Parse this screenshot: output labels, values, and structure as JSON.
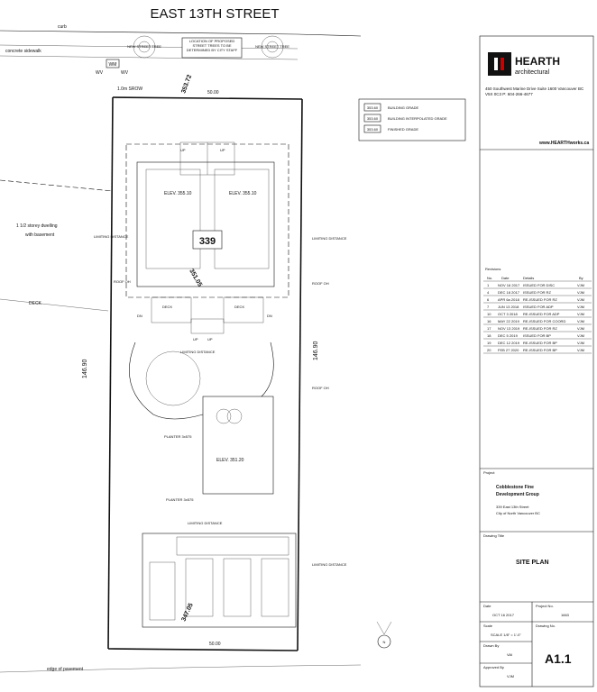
{
  "street": "EAST 13TH STREET",
  "labels": {
    "curb": "curb",
    "concrete_sidewalk": "concrete sidewalk",
    "srow": "1.0m SROW",
    "edge_of_pavement": "edge of pavement",
    "neighbour": "1 1/2 storey dwelling with basement",
    "deck": "DECK",
    "trees_note": "LOCATION OF PROPOSED STREET TREES TO BE DETERMINED BY CITY STAFF",
    "new_street_tree": "NEW STREET TREE",
    "wm": "WM",
    "wv_left": "WV",
    "wv_right": "WV",
    "lot_number": "339",
    "elev_left": "ELEV. 355.10",
    "elev_right": "ELEV. 355.10",
    "elev_coach": "ELEV. 351.20",
    "roof_oh": "ROOF OH",
    "limiting_distance": "LIMITING DISTANCE",
    "planter1": "PLANTER 3x575",
    "planter2": "PLANTER 3x575",
    "up": "UP",
    "dn": "DN",
    "dim_top": "50.00",
    "dim_bottom": "50.00",
    "dim_side": "146.90",
    "dim_diag1": "353.72",
    "dim_diag2": "351.05",
    "dim_diag3": "347.05",
    "north": "N"
  },
  "legend": [
    {
      "tag": "353.60",
      "text": "BUILDING GRADE"
    },
    {
      "tag": "353.60",
      "text": "BUILDING INTERPOLATED GRADE"
    },
    {
      "tag": "353.60",
      "text": "FINISHED GRADE"
    }
  ],
  "title_block": {
    "company_line1": "HEARTH",
    "company_line2": "architectural",
    "address": "450 Southwest Marine Drive Suite 1600 Vancouver BC V5X 0C3 P: 604-266-4677",
    "web": "www.HEARTHworks.ca",
    "revisions_label": "Revisions",
    "col_no": "No.",
    "col_date": "Date",
    "col_details": "Details",
    "col_by": "By",
    "revisions": [
      {
        "no": "1",
        "date": "NOV 16 2017",
        "details": "ISSUED FOR DISC",
        "by": "VJM"
      },
      {
        "no": "4",
        "date": "DEC 18 2017",
        "details": "ISSUED FOR RZ",
        "by": "VJM"
      },
      {
        "no": "6",
        "date": "APR 6a 2018",
        "details": "RE-ISSUED FOR RZ",
        "by": "VJM"
      },
      {
        "no": "7",
        "date": "JUN 13 2018",
        "details": "ISSUED FOR ADP",
        "by": "VJM"
      },
      {
        "no": "10",
        "date": "OCT 3 2018",
        "details": "RE-ISSUED FOR ADP",
        "by": "VJM"
      },
      {
        "no": "16",
        "date": "MAY 22 2019",
        "details": "RE-ISSUED FOR COORD",
        "by": "VJM"
      },
      {
        "no": "17",
        "date": "NOV 13 2019",
        "details": "RE-ISSUED FOR RZ",
        "by": "VJM"
      },
      {
        "no": "18",
        "date": "DEC 5 2019",
        "details": "ISSUED FOR BP",
        "by": "VJM"
      },
      {
        "no": "19",
        "date": "DEC 12 2019",
        "details": "RE-ISSUED FOR BP",
        "by": "VJM"
      },
      {
        "no": "20",
        "date": "FEB 27 2020",
        "details": "RE-ISSUED FOR BP",
        "by": "VJM"
      }
    ],
    "project_label": "Project",
    "project_line1": "Cobblestone Fine",
    "project_line2": "Development Group",
    "project_addr1": "339 East 13th Street",
    "project_addr2": "City of North Vancouver BC",
    "drawing_title_label": "Drawing Title",
    "drawing_title": "SITE PLAN",
    "date_label": "Date",
    "date": "OCT 16 2017",
    "project_no_label": "Project No.",
    "project_no": "1663",
    "scale_label": "Scale",
    "scale": "SCALE 1/8\" = 1'-0\"",
    "drawing_no_label": "Drawing No.",
    "drawing_no": "A1.1",
    "drawn_by_label": "Drawn By",
    "drawn_by": "VAI",
    "approved_by_label": "Approved By",
    "approved_by": "VJM"
  }
}
